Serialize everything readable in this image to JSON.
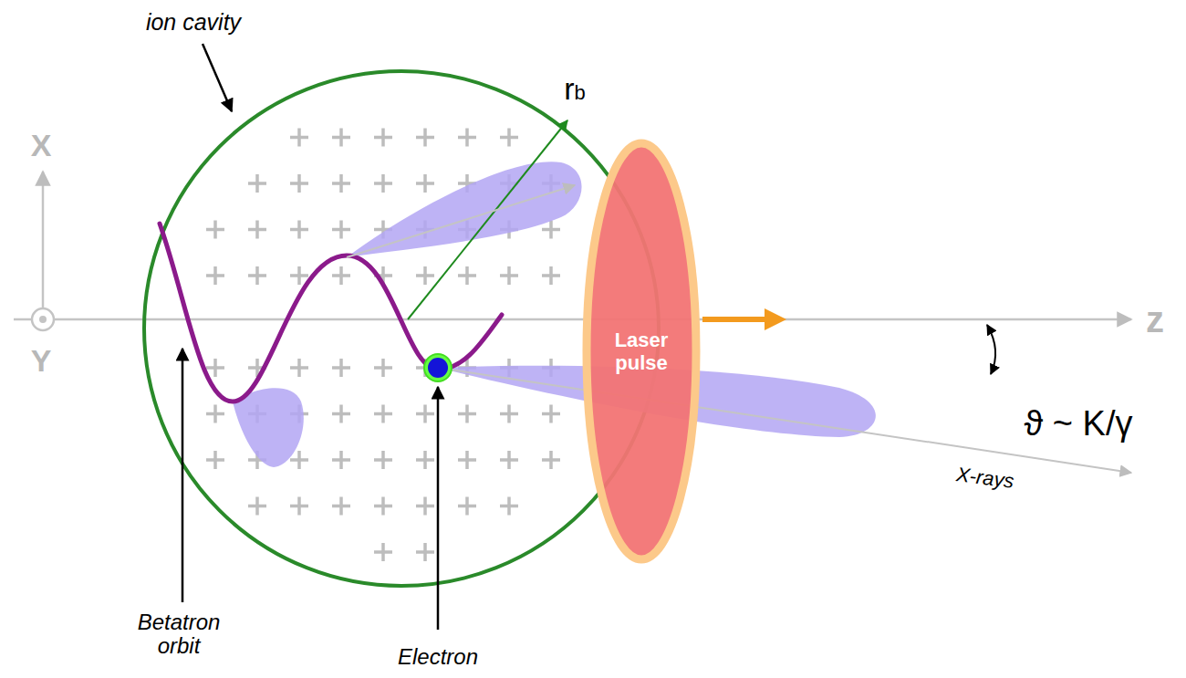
{
  "diagram": {
    "nodes": [
      {
        "text": [
          "Laser pulse"
        ]
      }
    ],
    "labels": [
      "ion cavity",
      "rb",
      "X",
      "Y",
      "Betatron orbit",
      "Electron",
      "ϑ ~ K/γ",
      "X-rays",
      "z"
    ]
  }
}
